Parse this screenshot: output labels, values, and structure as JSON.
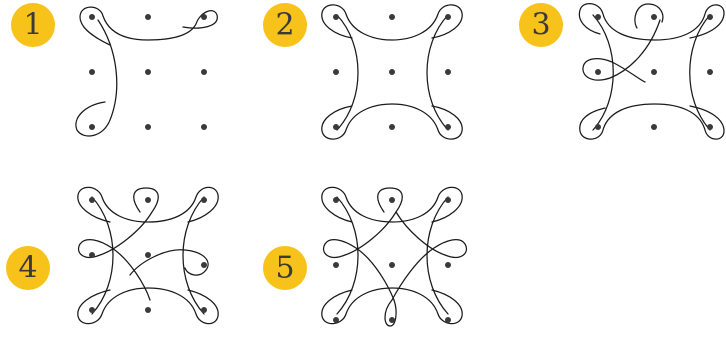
{
  "colors": {
    "badge": "#F7C21A",
    "badge_text": "#3a3a3a",
    "dot": "#3a3a3a",
    "line": "#1a1a1a"
  },
  "steps": [
    {
      "label": "1"
    },
    {
      "label": "2"
    },
    {
      "label": "3"
    },
    {
      "label": "4"
    },
    {
      "label": "5"
    }
  ]
}
